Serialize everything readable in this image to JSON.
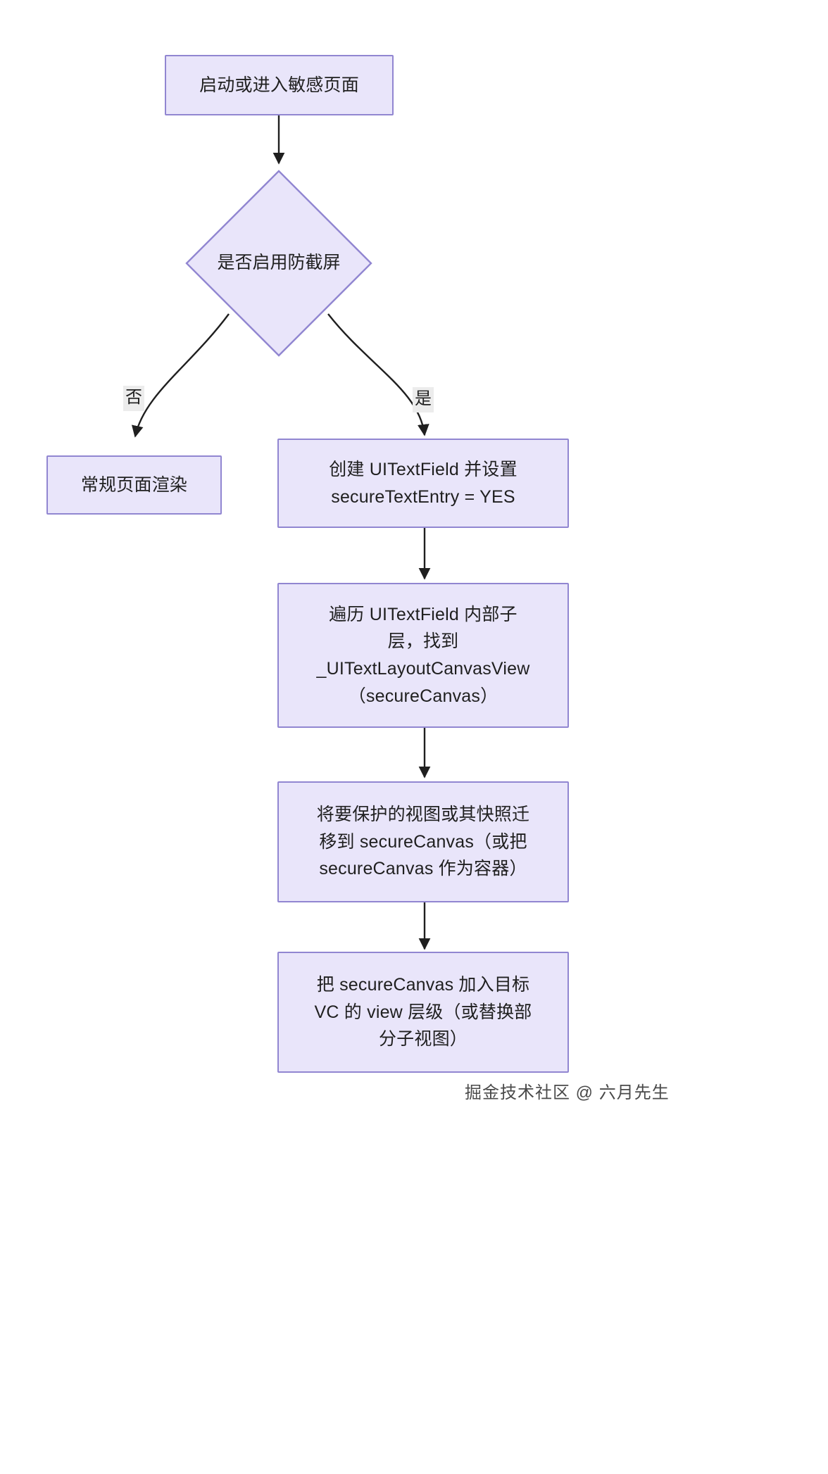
{
  "diagram": {
    "type": "flowchart",
    "direction": "top-to-bottom",
    "theme": {
      "node_fill": "#E9E5FA",
      "node_border": "#9186D1",
      "edge_color": "#1f1f1f",
      "edge_label_bg": "#ececec",
      "background": "#ffffff",
      "text_color": "#1f1f1f"
    },
    "nodes": [
      {
        "id": "start",
        "shape": "rect",
        "label": "启动或进入敏感页面"
      },
      {
        "id": "decision",
        "shape": "diamond",
        "label": "是否启用防截屏"
      },
      {
        "id": "normal",
        "shape": "rect",
        "label": "常规页面渲染"
      },
      {
        "id": "create",
        "shape": "rect",
        "label": "创建 UITextField 并设置\nsecureTextEntry = YES"
      },
      {
        "id": "traverse",
        "shape": "rect",
        "label": "遍历 UITextField 内部子\n层，找到\n_UITextLayoutCanvasView\n（secureCanvas）"
      },
      {
        "id": "migrate",
        "shape": "rect",
        "label": "将要保护的视图或其快照迁\n移到 secureCanvas（或把\nsecureCanvas 作为容器）"
      },
      {
        "id": "attach",
        "shape": "rect",
        "label": "把 secureCanvas 加入目标\nVC 的 view 层级（或替换部\n分子视图）"
      }
    ],
    "edges": [
      {
        "from": "start",
        "to": "decision",
        "label": ""
      },
      {
        "from": "decision",
        "to": "normal",
        "label": "否"
      },
      {
        "from": "decision",
        "to": "create",
        "label": "是"
      },
      {
        "from": "create",
        "to": "traverse",
        "label": ""
      },
      {
        "from": "traverse",
        "to": "migrate",
        "label": ""
      },
      {
        "from": "migrate",
        "to": "attach",
        "label": ""
      }
    ]
  },
  "watermark": {
    "text": "掘金技术社区 @ 六月先生"
  }
}
